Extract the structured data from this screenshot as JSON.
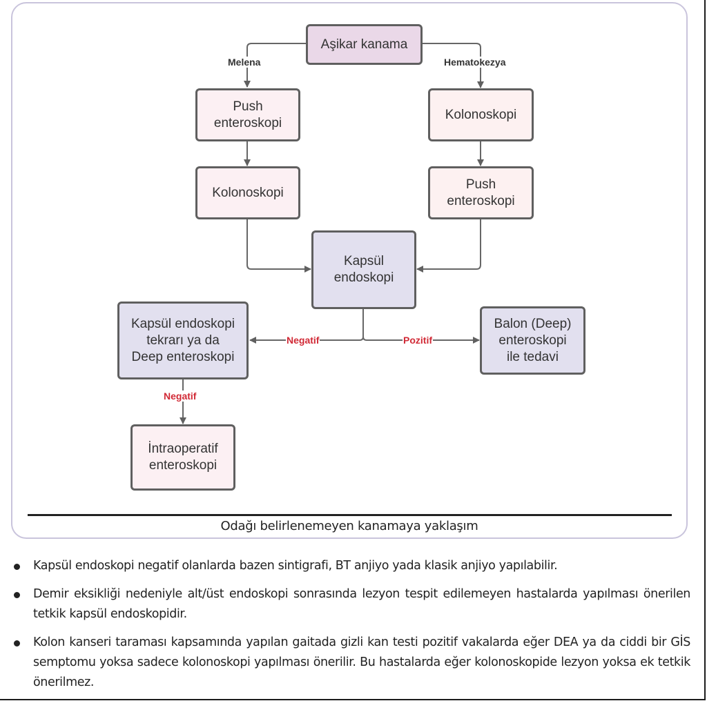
{
  "diagram": {
    "nodes": {
      "root": "Aşikar kanama",
      "left_push": [
        "Push",
        "enteroskopi"
      ],
      "left_kolon": "Kolonoskopi",
      "right_kolon": "Kolonoskopi",
      "right_push": [
        "Push",
        "enteroskopi"
      ],
      "kapsul": [
        "Kapsül",
        "endoskopi"
      ],
      "repeat": [
        "Kapsül endoskopi",
        "tekrarı ya da",
        "Deep enteroskopi"
      ],
      "balon": [
        "Balon (Deep)",
        "enteroskopi",
        "ile tedavi"
      ],
      "intraop": [
        "İntraoperatif",
        "enteroskopi"
      ]
    },
    "edge_labels": {
      "melena": "Melena",
      "hematokezya": "Hematokezya",
      "negatif_1": "Negatif",
      "pozitif": "Pozitif",
      "negatif_2": "Negatif"
    },
    "colors": {
      "line": "#666666",
      "node_border": "#5f5f5f",
      "root_fill": "#ead8e8",
      "left_fill": "#fcf0f3",
      "right_fill": "#fdf1f1",
      "lavender_fill": "#e2e0ef",
      "label_red": "#d12a36",
      "frame": "#c9c4dc"
    }
  },
  "caption": "Odağı belirlenemeyen kanamaya yaklaşım",
  "bullets": [
    "Kapsül endoskopi negatif olanlarda bazen sintigrafi, BT anjiyo yada klasik anjiyo yapılabilir.",
    "Demir eksikliği nedeniyle alt/üst endoskopi sonrasında lezyon tespit edilemeyen hastalarda yapılması önerilen tetkik kapsül endoskopidir.",
    "Kolon kanseri taraması kapsamında yapılan gaitada gizli kan testi pozitif vakalarda eğer DEA ya da ciddi bir GİS semptomu yoksa sadece kolonoskopi yapılması önerilir. Bu hastalarda eğer kolonoskopide lezyon yoksa ek tetkik önerilmez."
  ]
}
